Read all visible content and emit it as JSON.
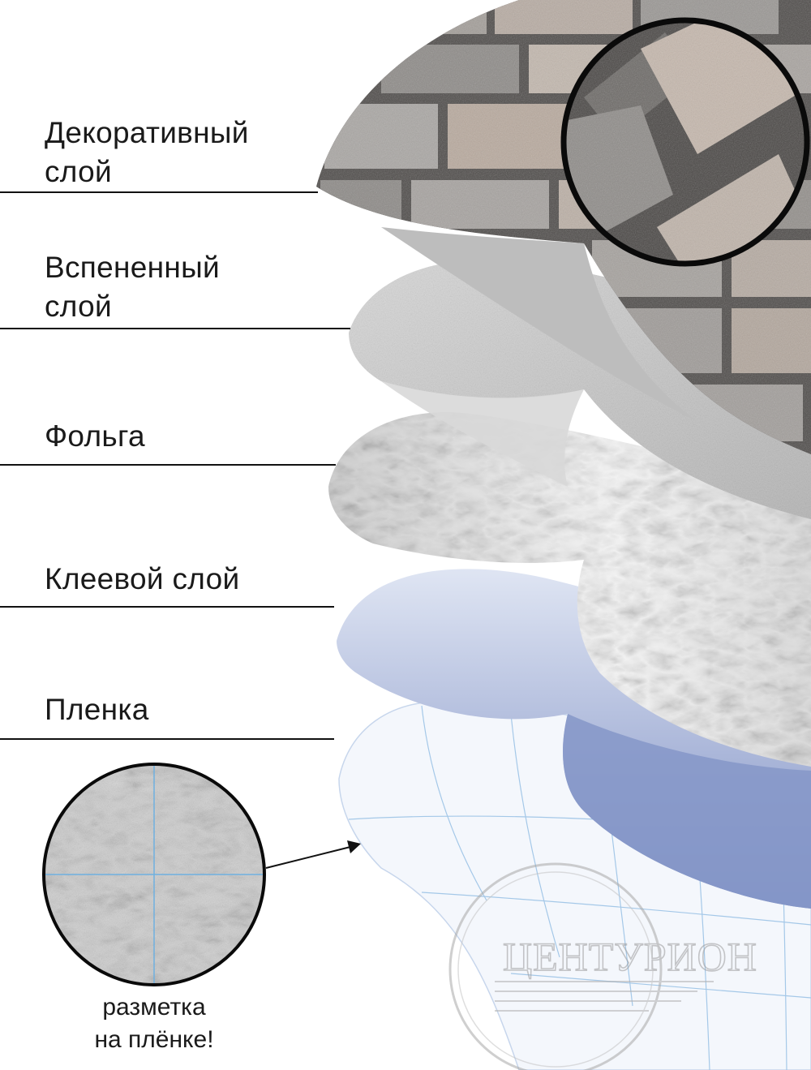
{
  "layers": [
    {
      "line1": "Декоративный",
      "line2": "слой"
    },
    {
      "line1": "Вспененный",
      "line2": "слой"
    },
    {
      "line1": "Фольга",
      "line2": ""
    },
    {
      "line1": "Клеевой слой",
      "line2": ""
    },
    {
      "line1": "Пленка",
      "line2": ""
    }
  ],
  "inset_caption": {
    "line1": "разметка",
    "line2": "на плёнке!"
  },
  "watermark": {
    "text": "ЦЕНТУРИОН"
  },
  "colors": {
    "brick_light": "#b8aca3",
    "brick_dark": "#8e8b88",
    "mortar": "#4f4c4a",
    "foam": "#c9c9c9",
    "foil": "#e4e4e4",
    "adhesive_blue": "#8f9ecb",
    "film": "#f4f7fc",
    "grid_line": "#9cc3e6"
  }
}
